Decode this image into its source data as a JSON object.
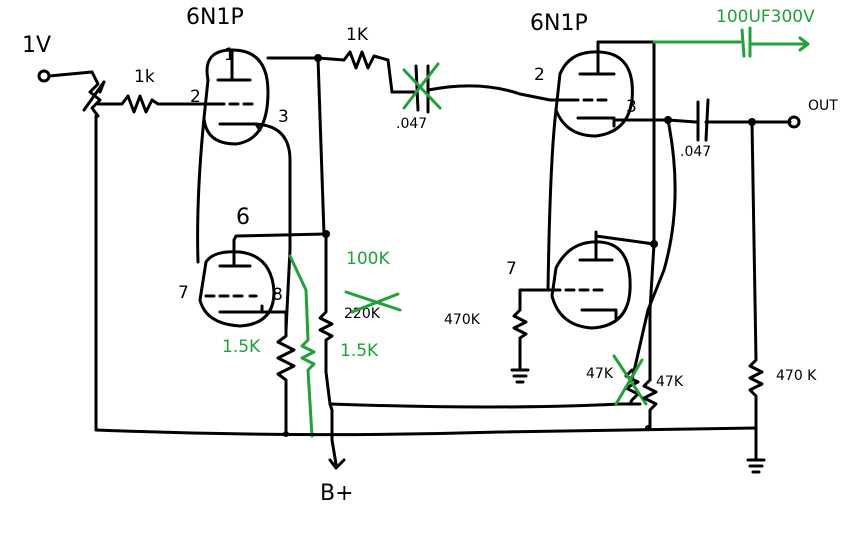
{
  "labels": {
    "input_v": "1V",
    "r_in_1k": "1k",
    "tube1_title": "6N1P",
    "t1_pin1": "1",
    "t1_pin2": "2",
    "t1_pin3": "3",
    "r_mid_1k": "1K",
    "cap_mid_value": ".047",
    "tube2_title": "6N1P",
    "t2_pin2": "2",
    "t2_pin3": "3",
    "cap_out_value": ".047",
    "out_label": "OUT",
    "cap_psu_value": "100UF300V",
    "t1_pin6": "6",
    "t1_pin7": "7",
    "t1_pin8": "8",
    "r_100k": "100K",
    "r_220k_crossed": "220K",
    "r_15k_left": "1.5K",
    "r_15k_right": "1.5K",
    "t2_pin7": "7",
    "r_470k_grid": "470K",
    "r_47k_crossed": "47K",
    "r_47k": "47K",
    "r_470k_out": "470 K",
    "bplus": "B+"
  },
  "colors": {
    "ink": "#000000",
    "modification": "#22a03a",
    "background": "#ffffff"
  }
}
